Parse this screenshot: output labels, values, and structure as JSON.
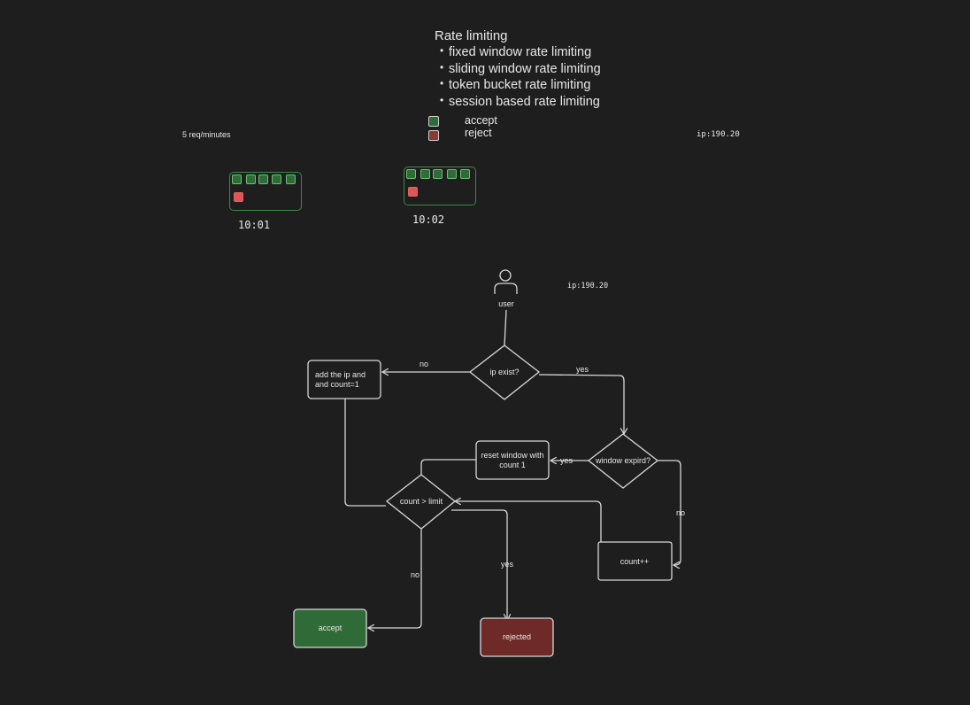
{
  "header": {
    "title": "Rate limiting",
    "types": [
      "fixed window rate limiting",
      "sliding window rate limiting",
      "token bucket rate limiting",
      "session based rate limiting"
    ]
  },
  "legend": {
    "accept": "accept",
    "reject": "reject"
  },
  "rate_note": "5 req/minutes",
  "ip_label_top": "ip:190.20",
  "windows": [
    {
      "time": "10:01",
      "accepted": 5,
      "rejected": 1
    },
    {
      "time": "10:02",
      "accepted": 5,
      "rejected": 1
    }
  ],
  "flow": {
    "ip_label": "ip:190.20",
    "user": "user",
    "ip_exist": "ip exist?",
    "add_ip_line1": "add the ip and",
    "add_ip_line2": "and count=1",
    "window_expired": "window expird?",
    "reset_line1": "reset window with",
    "reset_line2": "count 1",
    "count_limit": "count > limit",
    "count_inc": "count++",
    "accept": "accept",
    "rejected": "rejected",
    "no": "no",
    "yes": "yes"
  },
  "colors": {
    "accept": "#2e6b37",
    "reject": "#6e2a26",
    "background": "#1e1e1e"
  }
}
